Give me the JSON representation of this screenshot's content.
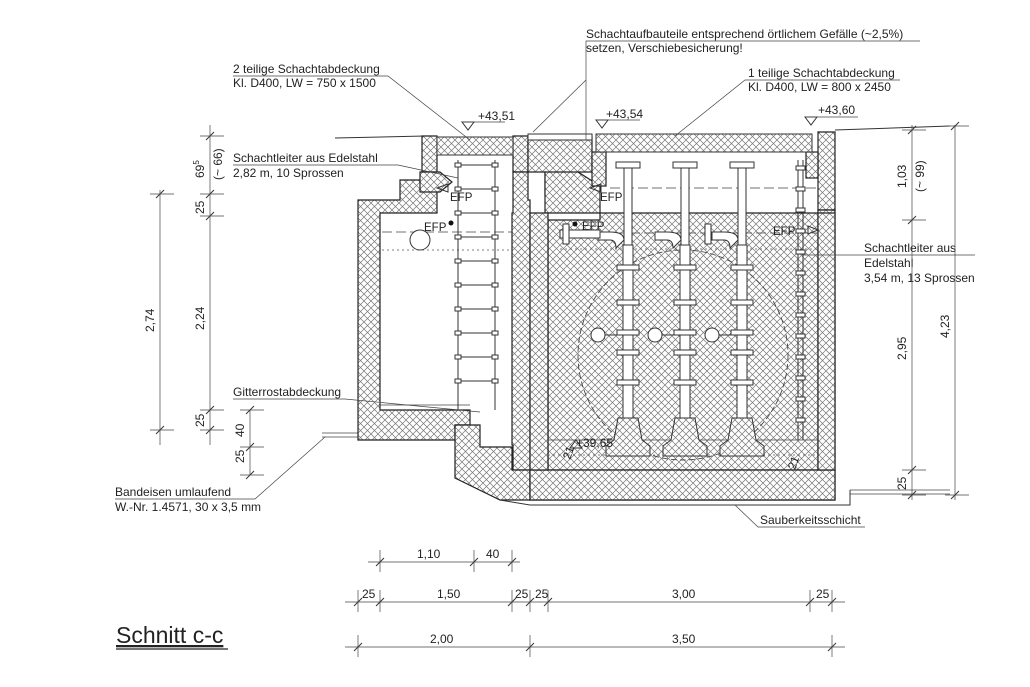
{
  "title": "Schnitt c-c",
  "callouts": {
    "grating_cover_2part_l1": "2 teilige Schachtabdeckung",
    "grating_cover_2part_l2": "Kl. D400, LW = 750 x 1500",
    "slope_note_l1": "Schachtaufbauteile entsprechend örtlichem Gefälle (~2,5%)",
    "slope_note_l2": "setzen, Verschiebesicherung!",
    "cover_1part_l1": "1 teilige Schachtabdeckung",
    "cover_1part_l2": "Kl. D400, LW = 800 x 2450",
    "ladder_left_l1": "Schachtleiter aus Edelstahl",
    "ladder_left_l2": "2,82 m, 10 Sprossen",
    "ladder_right_l1": "Schachtleiter aus",
    "ladder_right_l2": "Edelstahl",
    "ladder_right_l3": "3,54 m, 13 Sprossen",
    "grid_cover": "Gitterrostabdeckung",
    "band_iron_l1": "Bandeisen umlaufend",
    "band_iron_l2": "W.-Nr. 1.4571, 30 x 3,5 mm",
    "blinding_layer": "Sauberkeitsschicht"
  },
  "levels": {
    "left": "+43,51",
    "middle": "+43,54",
    "right": "+43,60",
    "pit_bottom": "+39,65"
  },
  "efp_label": "EFP",
  "dimensions_left": {
    "d69_base": "69",
    "d69_sup": "5",
    "d66": "(~ 66)",
    "d25a": "25",
    "d274": "2,74",
    "d224": "2,24",
    "d25b": "25",
    "d40": "40",
    "d25c": "25"
  },
  "dimensions_right": {
    "d103": "1,03",
    "d99": "(~ 99)",
    "d423": "4,23",
    "d295": "2,95",
    "d25": "25"
  },
  "dimensions_bottom": {
    "row1": [
      "1,10",
      "40"
    ],
    "row2": [
      "25",
      "1,50",
      "25",
      "25",
      "3,00",
      "25"
    ],
    "row3": [
      "2,00",
      "3,50"
    ]
  },
  "side_marks": {
    "mark_21a": "21",
    "mark_21b": "21"
  }
}
